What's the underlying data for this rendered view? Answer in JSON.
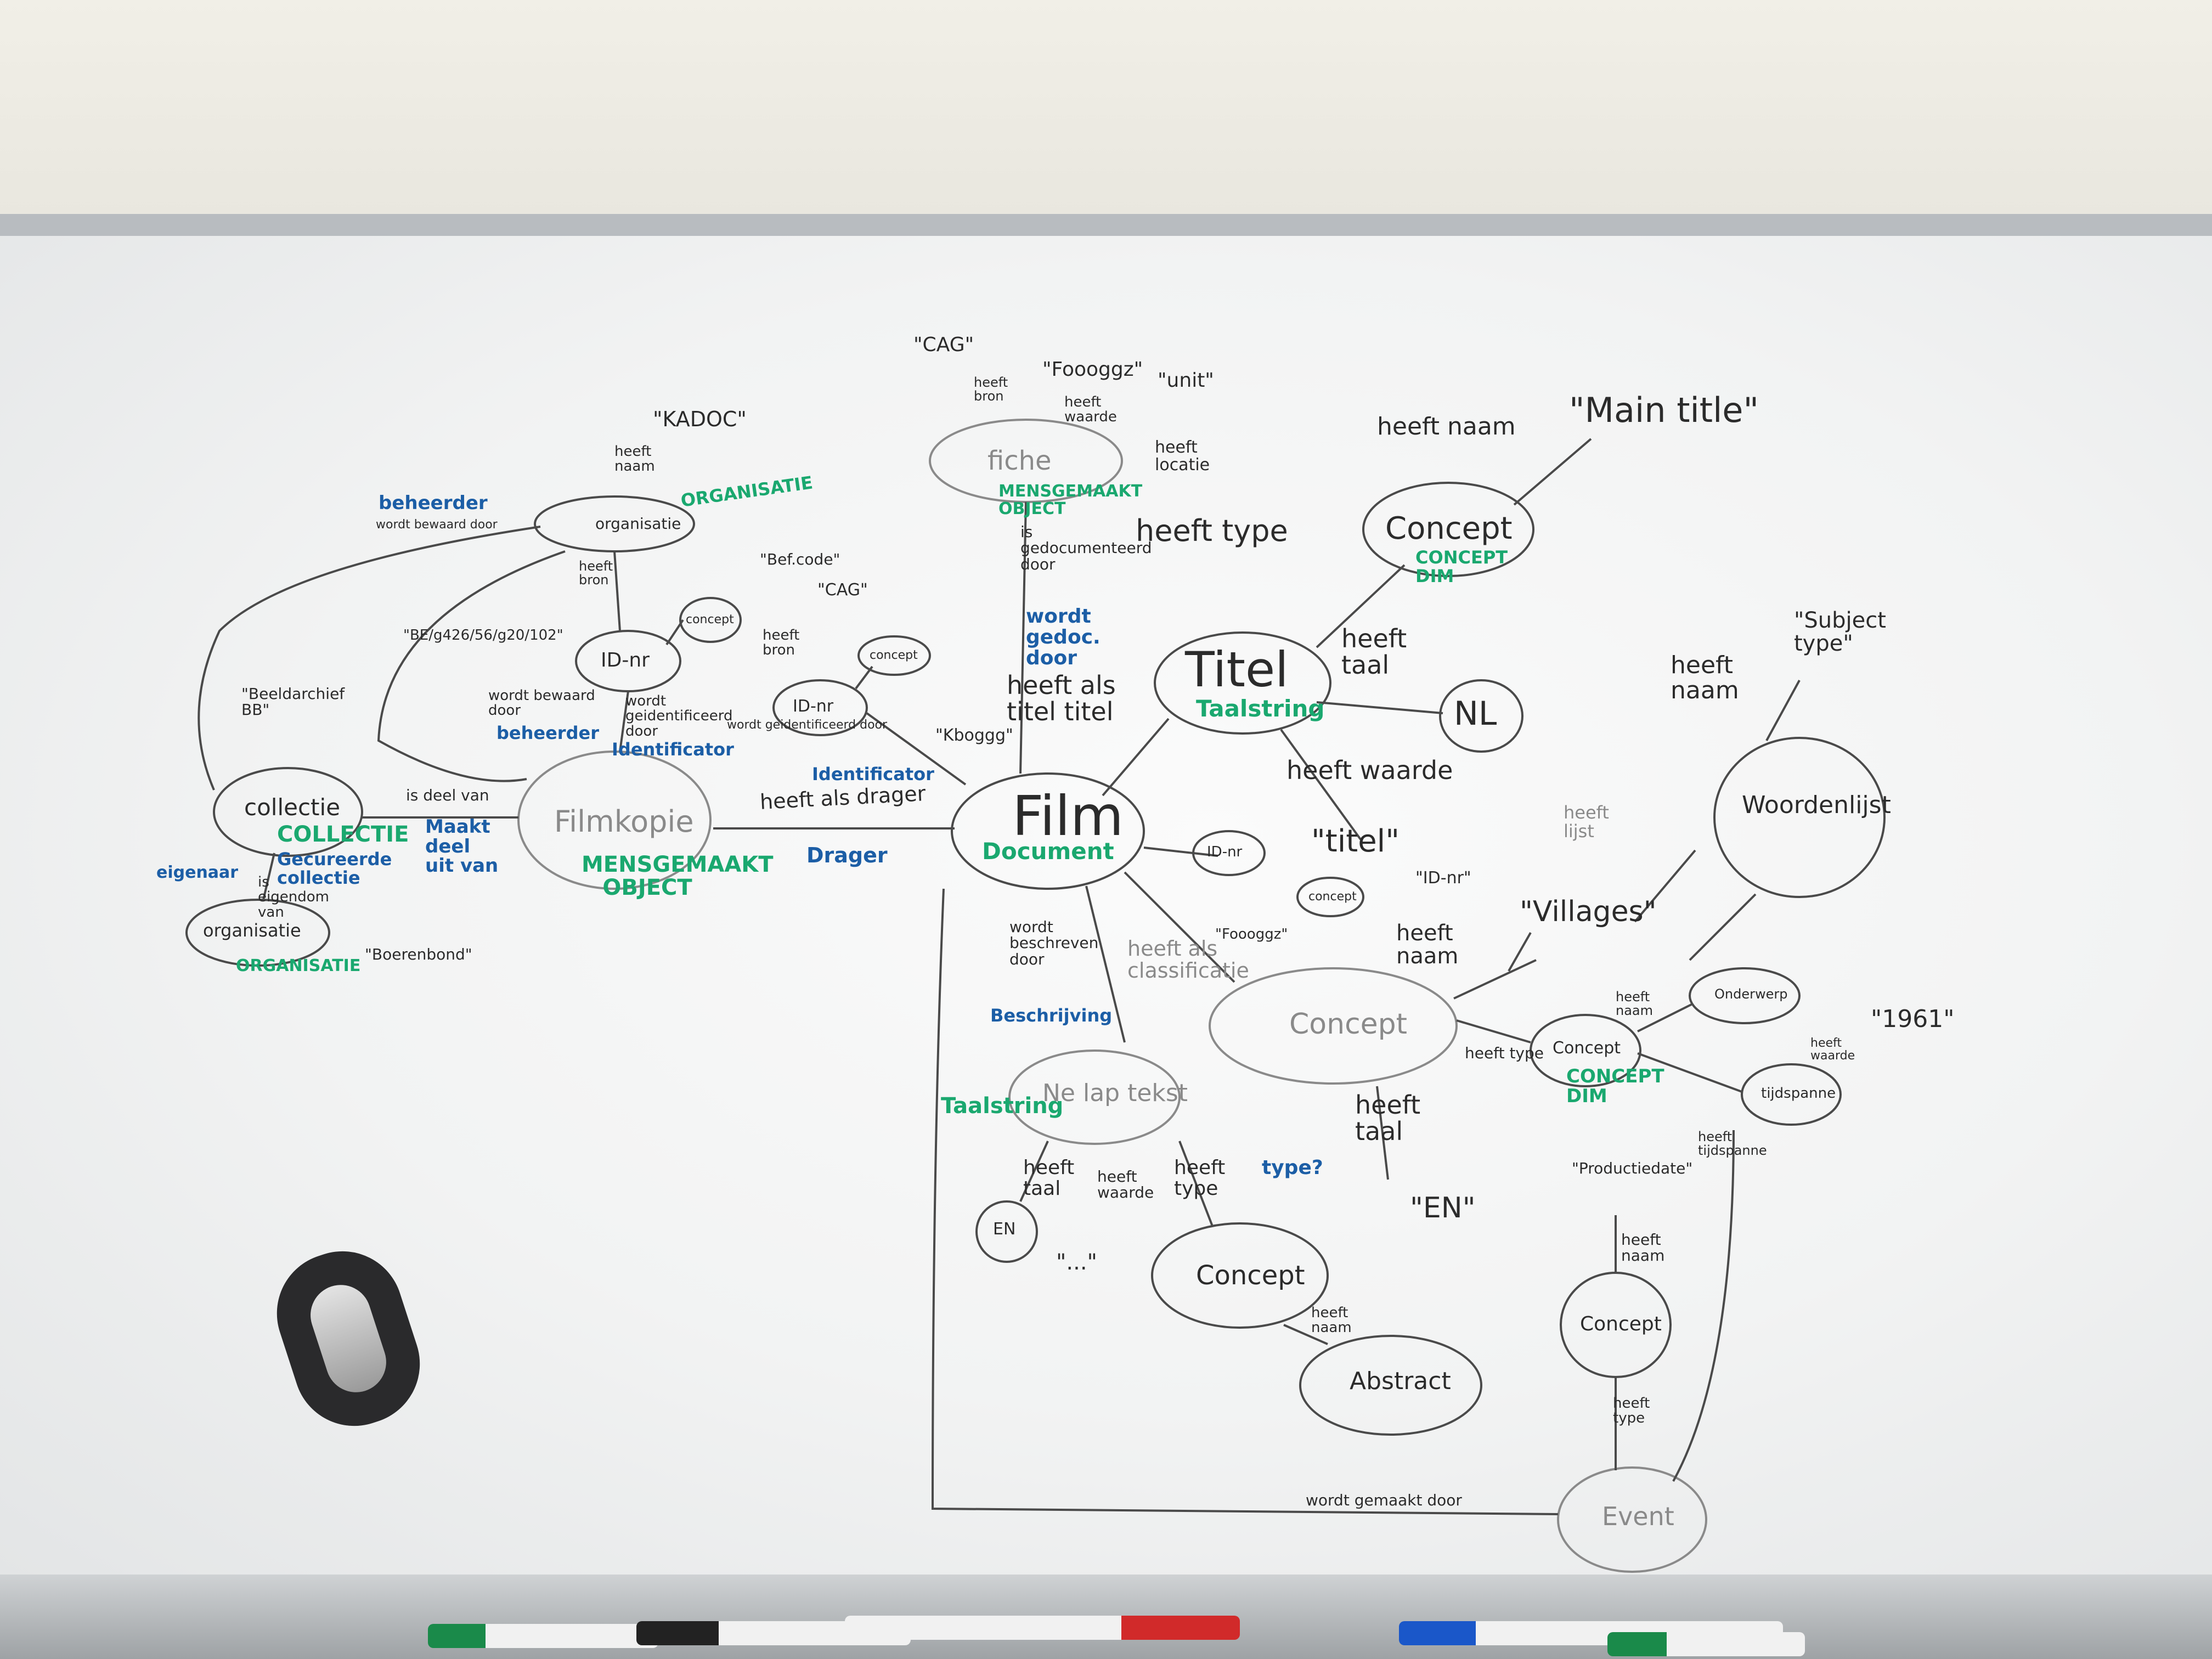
{
  "nodes": {
    "film": "Film",
    "film_type": "Document",
    "titel": "Titel",
    "titel_type": "Taalstring",
    "filmkopie": "Filmkopie",
    "filmkopie_type": "MENSGEMAAKT OBJECT",
    "collectie": "collectie",
    "collectie_type": "COLLECTIE",
    "organisatie_top": "organisatie",
    "organisatie_top_type": "ORGANISATIE",
    "organisatie_bottom": "organisatie",
    "organisatie_bottom_type": "ORGANISATIE",
    "fiche": "fiche",
    "fiche_type": "MENSGEMAAKT OBJECT",
    "concept_main": "Concept",
    "concept_main_type": "CONCEPT DIM",
    "concept_mid": "Concept",
    "concept_small": "Concept",
    "concept_small_type": "CONCEPT DIM",
    "onderwerp": "Onderwerp",
    "tijdspanne": "tijdspanne",
    "woordenlijst": "Woordenlijst",
    "nl": "NL",
    "ne_lap_tekst": "Ne lap tekst",
    "ne_lap_tekst_type": "Taalstring",
    "en_small": "EN",
    "concept_lower": "Concept",
    "abstract": "Abstract",
    "concept_right": "Concept",
    "event": "Event",
    "id_nr_left": "ID-nr",
    "id_nr_mid": "ID-nr",
    "id_nr_right": "ID-nr",
    "concept_tiny_left": "concept",
    "concept_tiny_mid": "concept",
    "concept_tiny_right": "concept"
  },
  "labels": {
    "kadoc": "\"KADOC\"",
    "cag_top": "\"CAG\"",
    "foooggz": "\"Foooggz\"",
    "unit": "\"unit\"",
    "main_title": "\"Main title\"",
    "subject_type": "\"Subject type\"",
    "villages": "\"Villages\"",
    "titel_val": "\"titel\"",
    "id_nr_val": "\"ID-nr\"",
    "en_val": "\"EN\"",
    "dots_val": "\"...\"",
    "productiedate": "\"Productiedate\"",
    "year_val": "\"1961\"",
    "beeldarchief": "\"Beeldarchief BB\"",
    "boerenbond": "\"Boerenbond\"",
    "bref_code": "\"Bef.code\"",
    "cag_mid": "\"CAG\"",
    "be_code": "\"BE/g426/56/g20/102\"",
    "kbogg3": "\"Kboggg\"",
    "foooggz_small": "\"Foooggz\"",
    "heeft_naam_1": "heeft naam",
    "heeft_type_1": "heeft type",
    "heeft_taal_1": "heeft taal",
    "heeft_naam_2": "heeft naam",
    "heeft_waarde_1": "heeft waarde",
    "heeft_lijst": "heeft lijst",
    "heeft_naam_3": "heeft naam",
    "heeft_als_titel": "heeft als titel titel",
    "heeft_als_drager": "heeft als drager",
    "drager": "Drager",
    "is_deel_van": "is deel van",
    "maakt_deel_uit_van": "Maakt deel uit van",
    "gecureerde_collectie": "Gecureerde collectie",
    "eigenaar": "eigenaar",
    "is_eigendom_van": "is eigendom van",
    "beheerder_top": "beheerder",
    "wordt_bewaard_door_top": "wordt bewaard door",
    "wordt_bewaard_door": "wordt bewaard door",
    "beheerder_mid": "beheerder",
    "wordt_geidentificeerd_door": "wordt geidentificeerd door",
    "identificator_left": "Identificator",
    "identificator_mid": "Identificator",
    "wordt_geidentificeerd_door_2": "wordt geidentificeerd door",
    "is_gedocumenteerd_door": "is gedocumenteerd door",
    "wordt_gedoc_door": "wordt gedoc. door",
    "heeft_als_classificatie": "heeft als classificatie",
    "wordt_beschreven_door": "wordt beschreven door",
    "beschrijving": "Beschrijving",
    "heeft_type_2": "heeft type",
    "type_q": "type?",
    "heeft_taal_2": "heeft taal",
    "heeft_waarde_2": "heeft waarde",
    "heeft_naam_4": "heeft naam",
    "heeft_type_3": "heeft type",
    "heeft_taal_3": "heeft taal",
    "heeft_tijdspanne": "heeft tijdspanne",
    "heeft_naam_5": "heeft naam",
    "heeft_type_4": "heeft type",
    "wordt_gemaakt_door": "wordt gemaakt door",
    "heeft_waarde_3": "heeft waarde",
    "heeft_naam_6": "heeft naam",
    "heeft_bron_1": "heeft bron",
    "heeft_bron_2": "heeft bron",
    "heeft_waarde_4": "heeft waarde",
    "heeft_locatie": "heeft locatie",
    "heeft_naam_7": "heeft naam",
    "heeft_bron_3": "heeft bron"
  },
  "colors": {
    "ink_black": "#2b2b2b",
    "ink_green": "#1aa86f",
    "ink_blue": "#1c5ea6",
    "ink_red": "#c42a2a"
  }
}
